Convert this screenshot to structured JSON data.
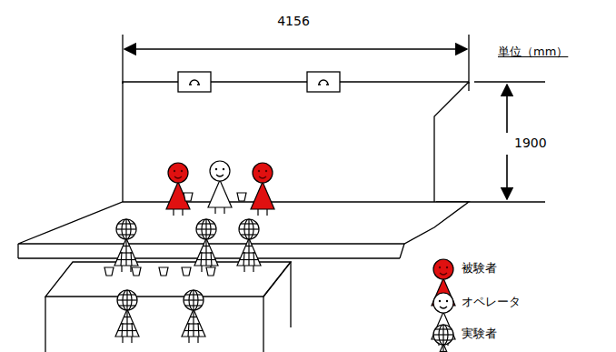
{
  "diagram": {
    "labels": [
      "4156",
      "1900",
      "単位（mm）"
    ],
    "legend": [
      {
        "text": "被験者"
      },
      {
        "text": "オペレータ"
      },
      {
        "text": "実験者"
      }
    ]
  }
}
